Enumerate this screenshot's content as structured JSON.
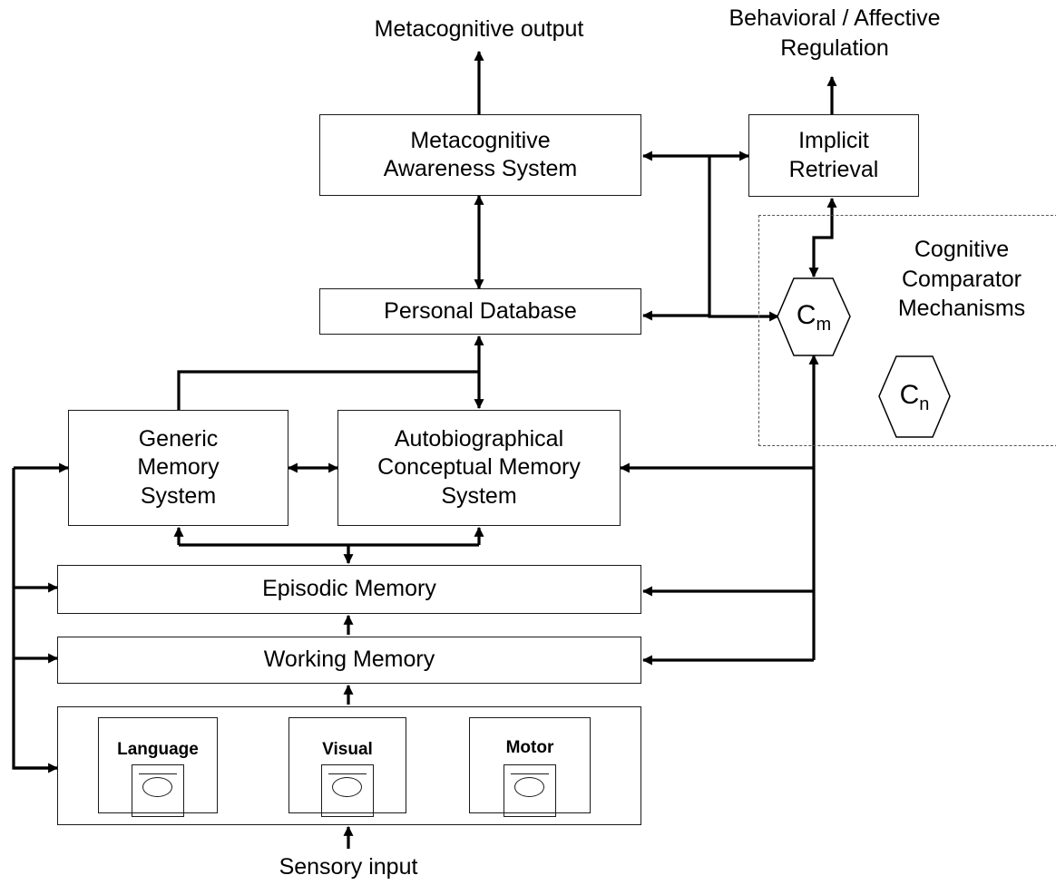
{
  "diagram": {
    "top_labels": {
      "metacognitive_output": "Metacognitive output",
      "behavioral_regulation": "Behavioral / Affective\nRegulation"
    },
    "boxes": {
      "metacognitive_awareness": "Metacognitive\nAwareness System",
      "implicit_retrieval": "Implicit\nRetrieval",
      "personal_database": "Personal Database",
      "generic_memory": "Generic\nMemory\nSystem",
      "autobiographical_memory": "Autobiographical\nConceptual Memory\nSystem",
      "episodic_memory": "Episodic Memory",
      "working_memory": "Working Memory"
    },
    "comparator": {
      "title": "Cognitive\nComparator\nMechanisms",
      "cm_base": "C",
      "cm_sub": "m",
      "cn_base": "C",
      "cn_sub": "n"
    },
    "sensory_modules": {
      "language": "Language",
      "visual": "Visual",
      "motor": "Motor"
    },
    "bottom_label": "Sensory input"
  }
}
